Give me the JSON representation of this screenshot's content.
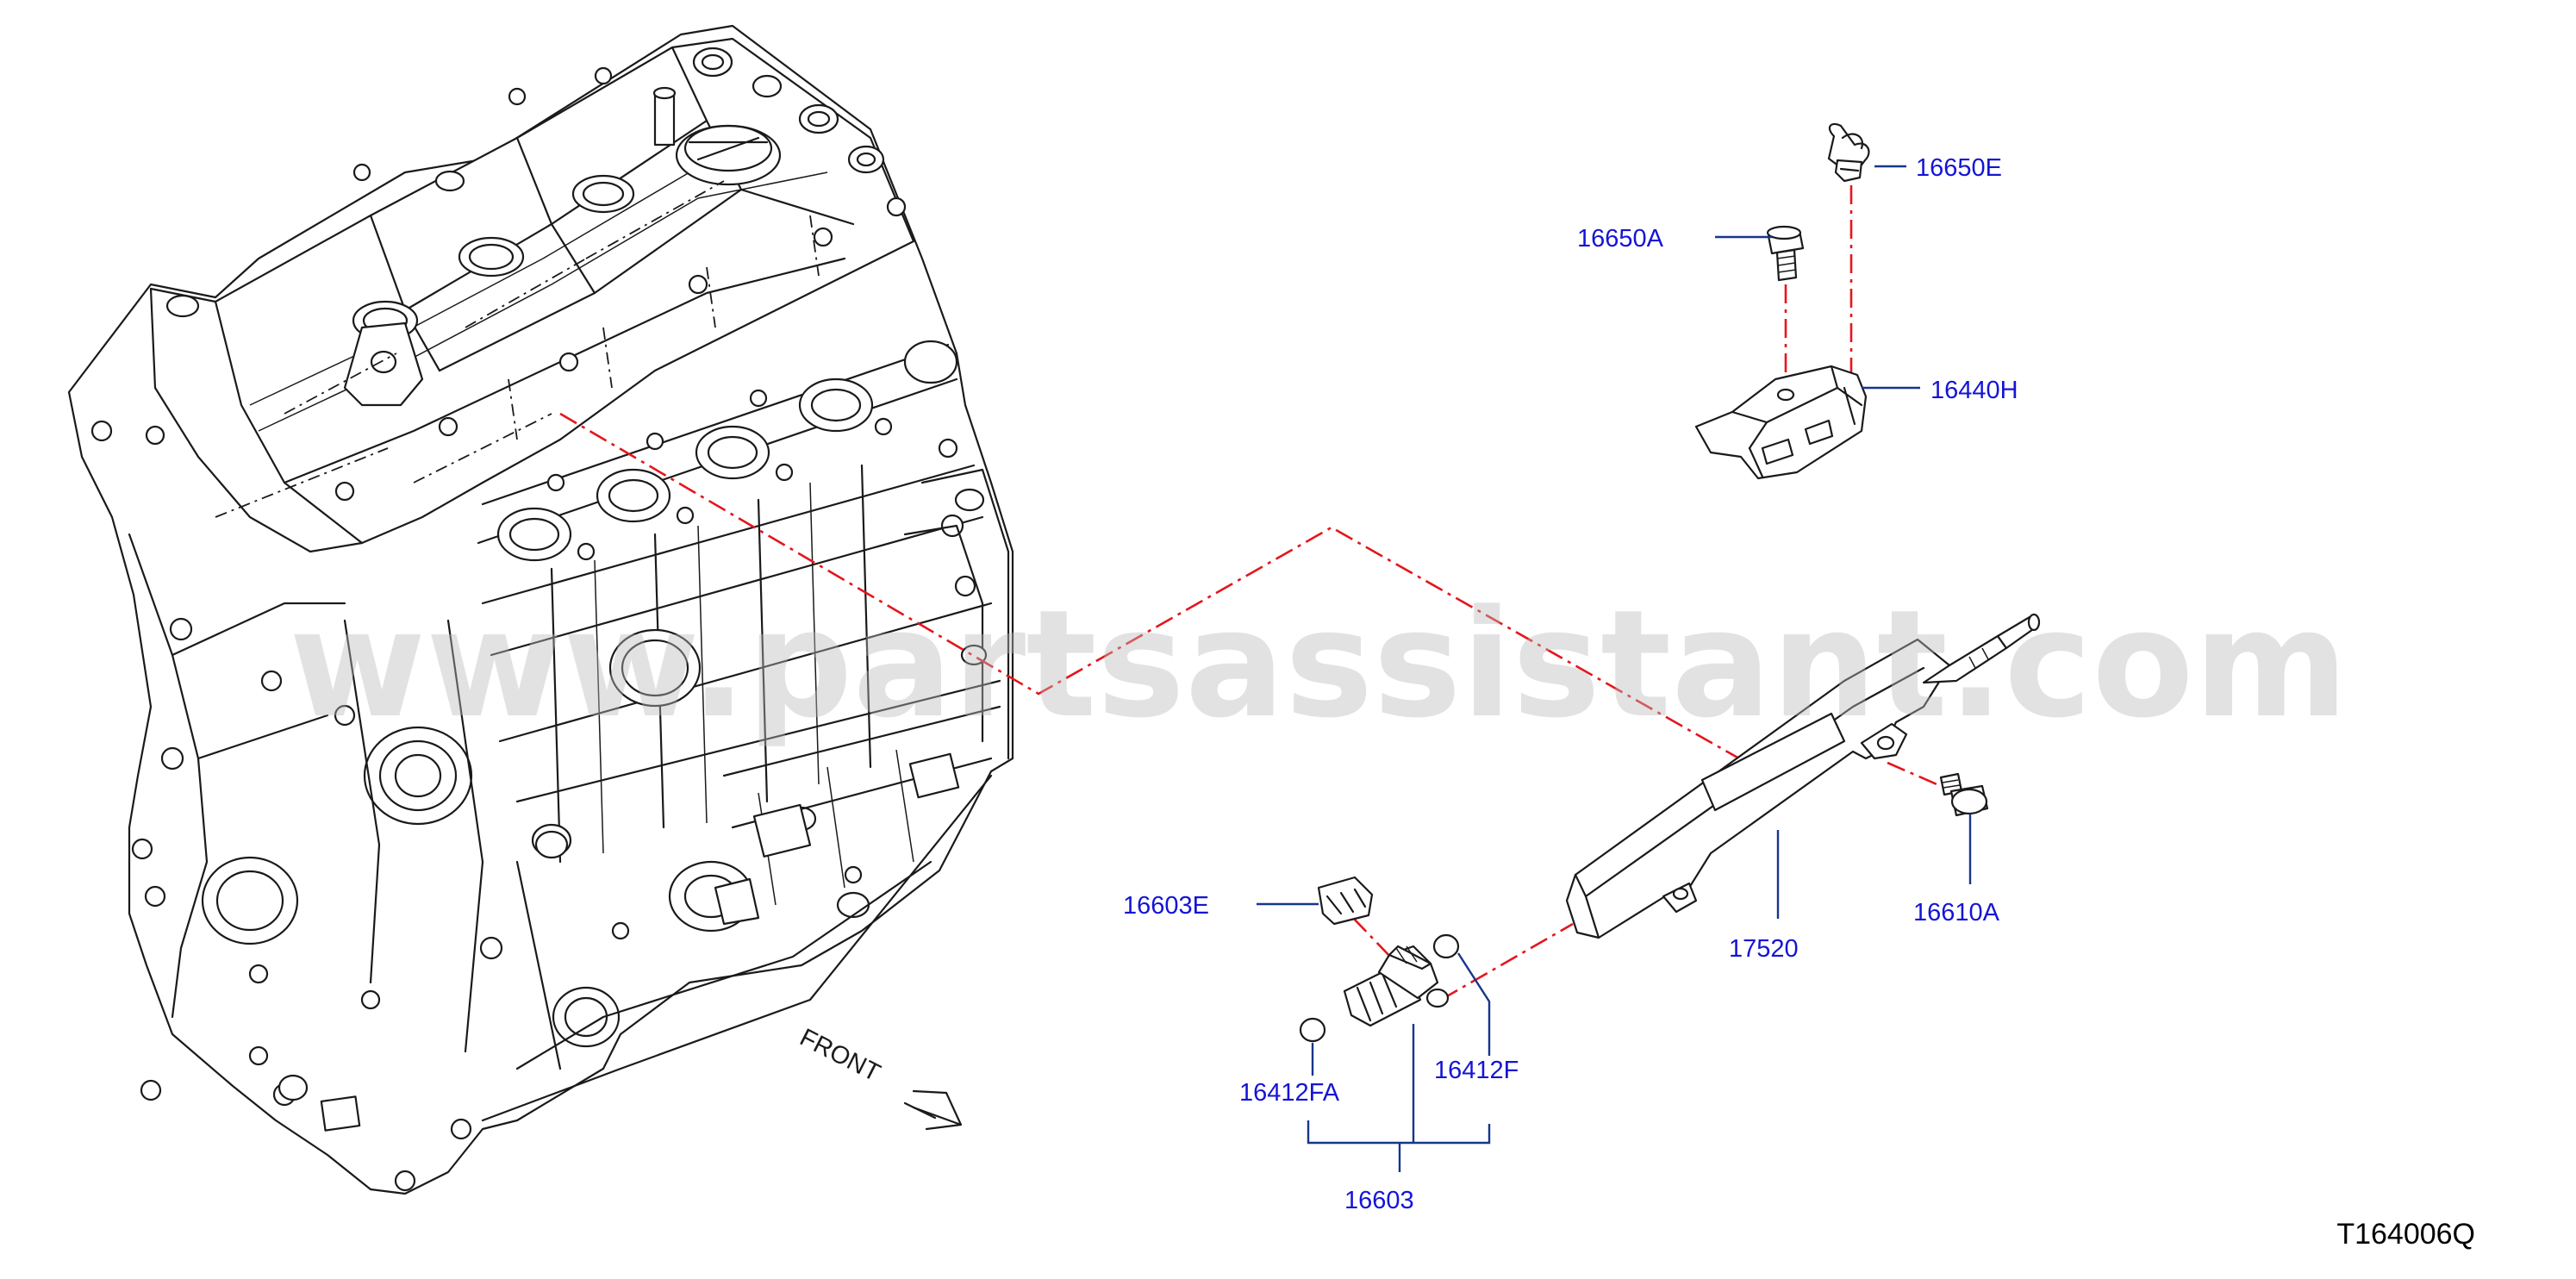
{
  "watermark": "www.partsassistant.com",
  "diagram_code": "T164006Q",
  "front_label": "FRONT",
  "colors": {
    "callout": "#1414d6",
    "leader": "#17368a",
    "chain": "#e4161b",
    "line": "#1a1a1a"
  },
  "parts": [
    {
      "id": "p-16650E",
      "number": "16650E",
      "name": "hose-clip"
    },
    {
      "id": "p-16650A",
      "number": "16650A",
      "name": "bolt"
    },
    {
      "id": "p-16440H",
      "number": "16440H",
      "name": "bracket"
    },
    {
      "id": "p-17520",
      "number": "17520",
      "name": "fuel-rail"
    },
    {
      "id": "p-16610A",
      "number": "16610A",
      "name": "bolt"
    },
    {
      "id": "p-16603E",
      "number": "16603E",
      "name": "injector-clip"
    },
    {
      "id": "p-16412FA",
      "number": "16412FA",
      "name": "o-ring"
    },
    {
      "id": "p-16412F",
      "number": "16412F",
      "name": "seal-ring"
    },
    {
      "id": "p-16603",
      "number": "16603",
      "name": "injector-assembly"
    }
  ]
}
